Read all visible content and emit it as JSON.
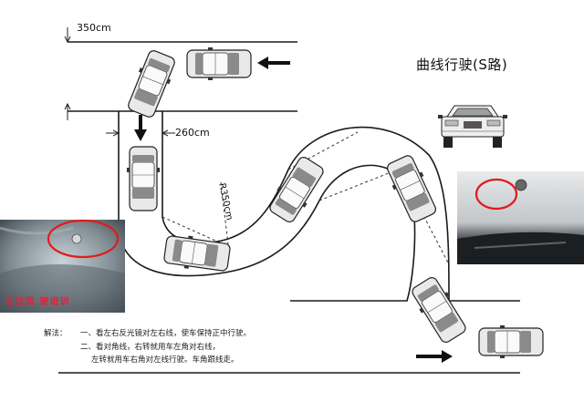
{
  "title": "曲线行驶(S路)",
  "dimensions": {
    "top_width": "350cm",
    "lane_width": "260cm",
    "radius": "R350cm"
  },
  "photo_left_caption": "石达驾 驶培训",
  "notes": {
    "prefix": "解法：",
    "line1": "一、看左右反光镜对左右线，使车保持正中行驶。",
    "line2": "二、看对角线，右转就用车左角对右线，",
    "line3": "左转就用车右角对左线行驶。车角跟线走。"
  },
  "colors": {
    "line": "#1a1a1a",
    "arrow": "#111111",
    "car_body": "#e9e9e9",
    "car_glass": "#8a8a8a",
    "highlight_circle": "#e21b1b"
  }
}
